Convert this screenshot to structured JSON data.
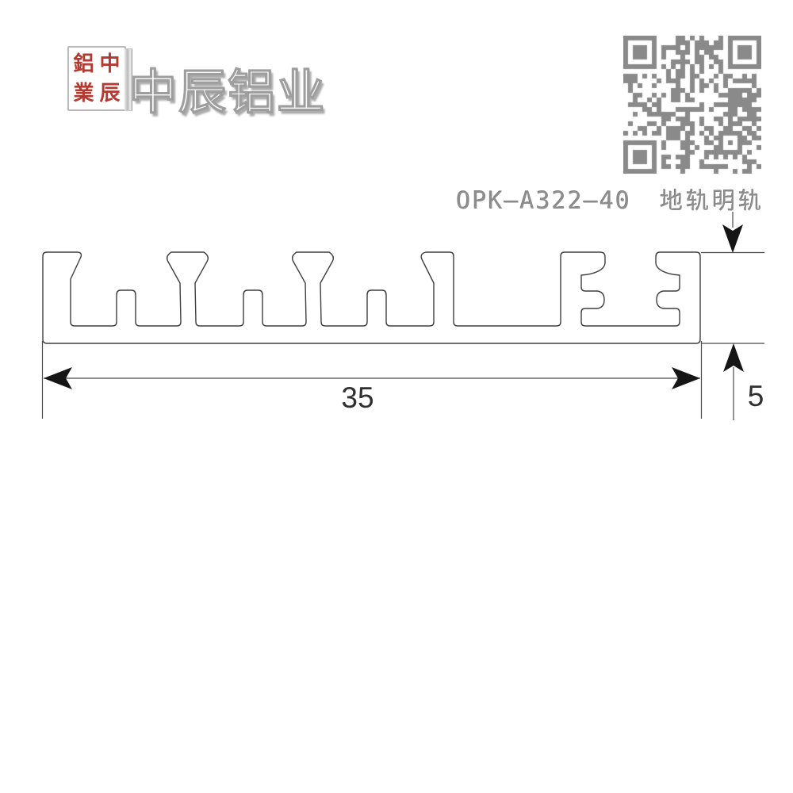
{
  "brand": {
    "seal": {
      "chars": [
        "鋁",
        "中",
        "業",
        "辰"
      ]
    },
    "title": "中辰铝业"
  },
  "qr": {
    "icon": "qr-code"
  },
  "product": {
    "model": "OPK—A322—40",
    "name": "地轨明轨"
  },
  "dimensions": {
    "width_label": "35",
    "height_label": "5"
  },
  "colors": {
    "seal_red": "#b23a30",
    "code_gray": "#8d8d8d",
    "qr_gray": "#8a8a8a",
    "line_dark": "#3e3e3e"
  }
}
